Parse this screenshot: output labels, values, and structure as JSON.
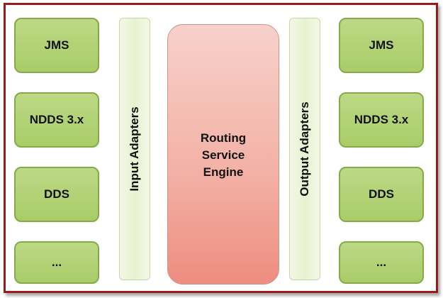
{
  "left_protocols": [
    "JMS",
    "NDDS 3.x",
    "DDS",
    "..."
  ],
  "right_protocols": [
    "JMS",
    "NDDS 3.x",
    "DDS",
    "..."
  ],
  "input_adapters": "Input Adapters",
  "output_adapters": "Output Adapters",
  "engine": {
    "line1": "Routing",
    "line2": "Service",
    "line3": "Engine"
  },
  "colors": {
    "frame_border": "#9b1b1b",
    "protocol_fill": "#a9cc68",
    "adapter_fill": "#e8f2d2",
    "engine_fill": "#f3b2a6"
  }
}
